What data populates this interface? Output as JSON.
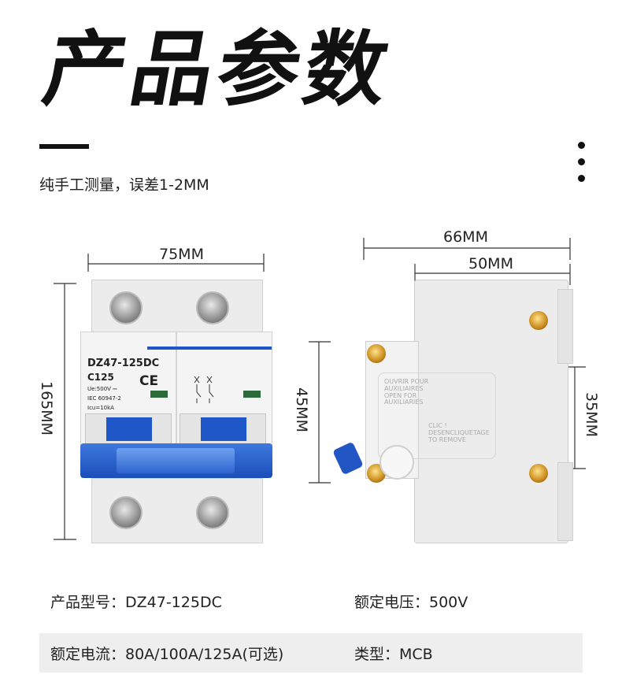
{
  "header": {
    "title": "产品参数",
    "subtitle": "纯手工测量，误差1-2MM"
  },
  "front_view": {
    "width_label": "75MM",
    "height_label": "165MM",
    "label": {
      "model": "DZ47-125DC",
      "rating": "C125",
      "voltage": "Ue:500V ⎓",
      "standard": "IEC 60947-2",
      "icu": "Icu=10kA",
      "ce": "CE"
    }
  },
  "side_view": {
    "overall_width_label": "66MM",
    "body_width_label": "50MM",
    "front_height_label": "45MM",
    "rail_height_label": "35MM",
    "embossed": {
      "top": "OUVRIR POUR\nAUXILIAIRES\nOPEN FOR\nAUXILIARIES",
      "bottom": "CLIC !\nDESENCLIQUETAGE\nTO REMOVE"
    }
  },
  "specs": {
    "row1": {
      "model": "产品型号：DZ47-125DC",
      "voltage": "额定电压：500V"
    },
    "row2": {
      "current": "额定电流：80A/100A/125A(可选)",
      "type": "类型：MCB"
    }
  },
  "colors": {
    "accent_blue": "#1f57c9",
    "text": "#222222",
    "row_shade": "#eeeeee"
  }
}
